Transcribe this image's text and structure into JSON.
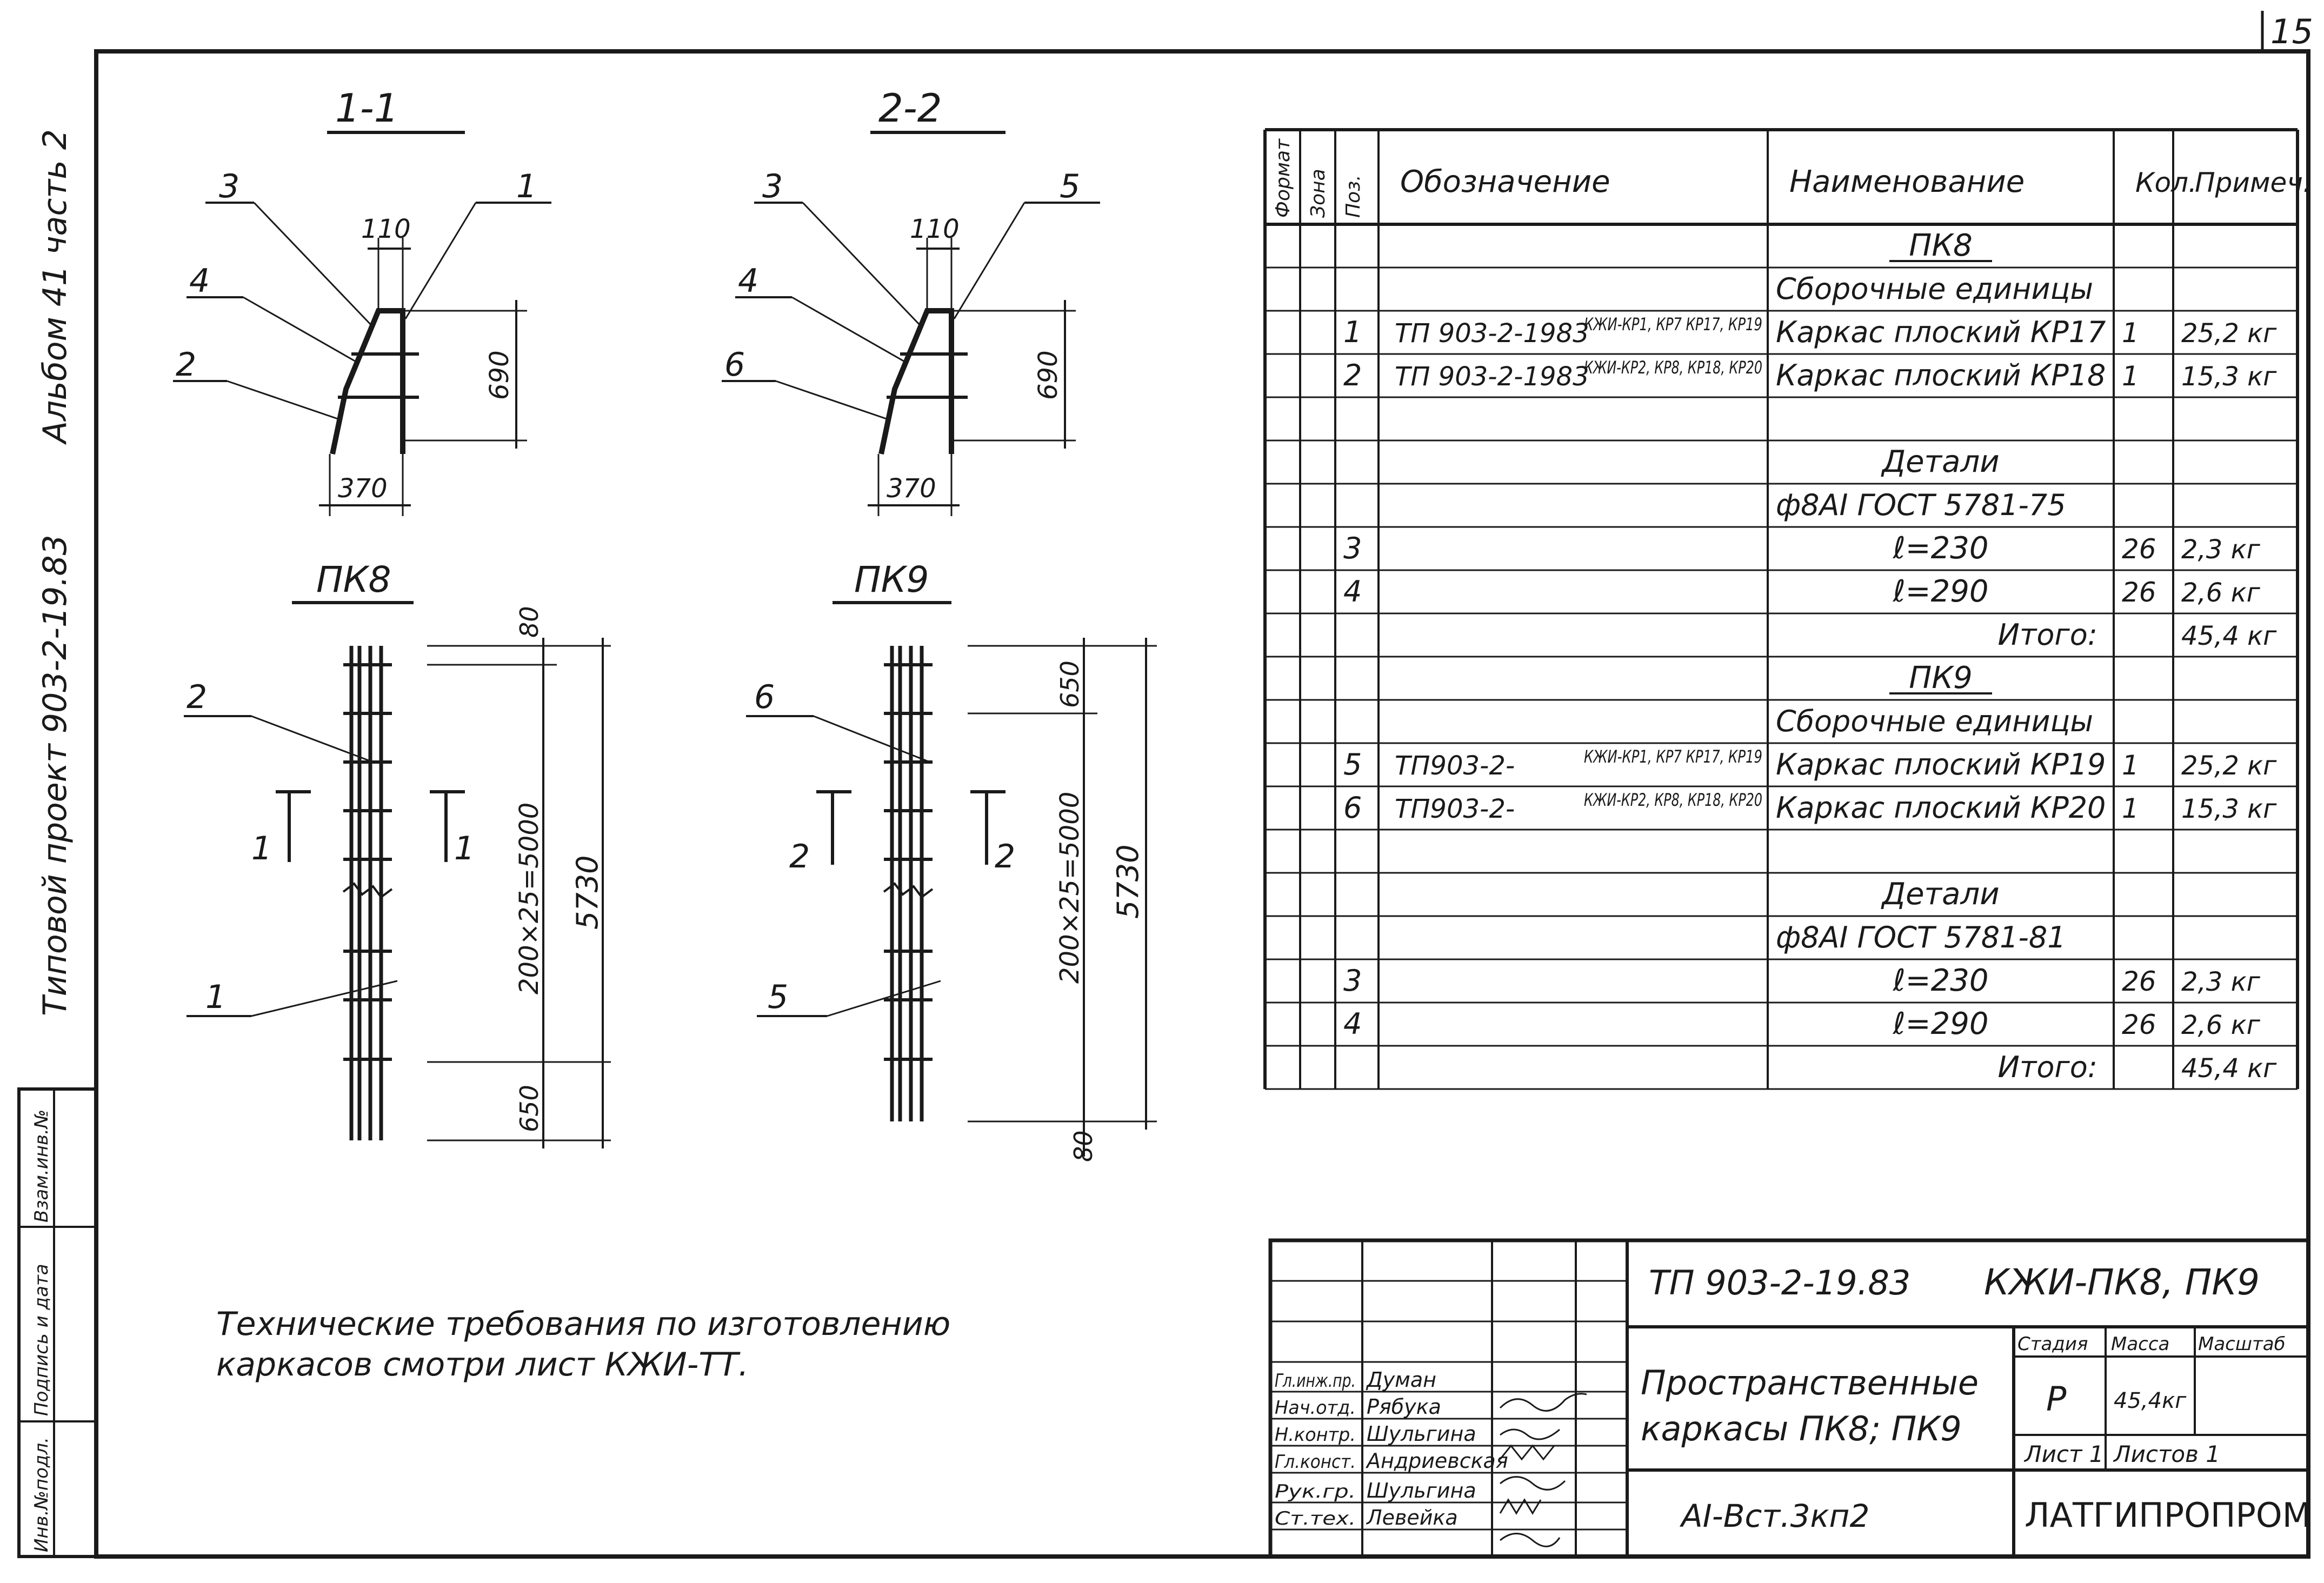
{
  "sheet_number": "15",
  "margin": {
    "album": "Альбом 41 часть 2",
    "project": "Типовой проект 903-2-19.83",
    "stamp_fields": [
      "Инв.№подл.",
      "Подпись и дата",
      "Взам.инв.№"
    ]
  },
  "drawings": {
    "section_1_1": {
      "title": "1-1",
      "callouts": [
        "3",
        "1",
        "4",
        "2"
      ],
      "dims": [
        "110",
        "690",
        "370"
      ]
    },
    "section_2_2": {
      "title": "2-2",
      "callouts": [
        "3",
        "5",
        "4",
        "6"
      ],
      "dims": [
        "110",
        "690",
        "370"
      ]
    },
    "pk8": {
      "title": "ПК8",
      "callouts": [
        "2",
        "1"
      ],
      "cut": [
        "1",
        "1"
      ],
      "dims": [
        "80",
        "200×25=5000",
        "5730",
        "650"
      ]
    },
    "pk9": {
      "title": "ПК9",
      "callouts": [
        "6",
        "5"
      ],
      "cut": [
        "2",
        "2"
      ],
      "dims": [
        "650",
        "200×25=5000",
        "5730",
        "80"
      ]
    }
  },
  "notes": {
    "line1": "Технические требования по изготовлению",
    "line2": "каркасов смотри лист КЖИ-ТТ."
  },
  "spec_table": {
    "headers": [
      "Формат",
      "Зона",
      "Поз.",
      "Обозначение",
      "Наименование",
      "Кол.",
      "Примеч."
    ],
    "rows": [
      {
        "pos": "",
        "oboz": "",
        "oboz_sub": "",
        "name": "ПК8",
        "kol": "",
        "prim": ""
      },
      {
        "pos": "",
        "oboz": "",
        "oboz_sub": "",
        "name": "Сборочные единицы",
        "kol": "",
        "prim": ""
      },
      {
        "pos": "1",
        "oboz": "ТП 903-2-1983",
        "oboz_sub": "КЖИ-КР1, КР7 КР17, КР19",
        "name": "Каркас плоский КР17",
        "kol": "1",
        "prim": "25,2 кг"
      },
      {
        "pos": "2",
        "oboz": "ТП 903-2-1983",
        "oboz_sub": "КЖИ-КР2, КР8, КР18, КР20",
        "name": "Каркас плоский КР18",
        "kol": "1",
        "prim": "15,3 кг"
      },
      {
        "pos": "",
        "oboz": "",
        "oboz_sub": "",
        "name": "",
        "kol": "",
        "prim": ""
      },
      {
        "pos": "",
        "oboz": "",
        "oboz_sub": "",
        "name": "Детали",
        "kol": "",
        "prim": ""
      },
      {
        "pos": "",
        "oboz": "",
        "oboz_sub": "",
        "name": "ф8AI ГОСТ 5781-75",
        "kol": "",
        "prim": ""
      },
      {
        "pos": "3",
        "oboz": "",
        "oboz_sub": "",
        "name": "ℓ=230",
        "kol": "26",
        "prim": "2,3 кг"
      },
      {
        "pos": "4",
        "oboz": "",
        "oboz_sub": "",
        "name": "ℓ=290",
        "kol": "26",
        "prim": "2,6 кг"
      },
      {
        "pos": "",
        "oboz": "",
        "oboz_sub": "",
        "name": "Итого:",
        "kol": "",
        "prim": "45,4 кг"
      },
      {
        "pos": "",
        "oboz": "",
        "oboz_sub": "",
        "name": "ПК9",
        "kol": "",
        "prim": ""
      },
      {
        "pos": "",
        "oboz": "",
        "oboz_sub": "",
        "name": "Сборочные единицы",
        "kol": "",
        "prim": ""
      },
      {
        "pos": "5",
        "oboz": "ТП903-2-",
        "oboz_sub": "КЖИ-КР1, КР7 КР17, КР19",
        "name": "Каркас плоский КР19",
        "kol": "1",
        "prim": "25,2 кг"
      },
      {
        "pos": "6",
        "oboz": "ТП903-2-",
        "oboz_sub": "КЖИ-КР2, КР8, КР18, КР20",
        "name": "Каркас плоский КР20",
        "kol": "1",
        "prim": "15,3 кг"
      },
      {
        "pos": "",
        "oboz": "",
        "oboz_sub": "",
        "name": "",
        "kol": "",
        "prim": ""
      },
      {
        "pos": "",
        "oboz": "",
        "oboz_sub": "",
        "name": "Детали",
        "kol": "",
        "prim": ""
      },
      {
        "pos": "",
        "oboz": "",
        "oboz_sub": "",
        "name": "ф8AI ГОСТ 5781-81",
        "kol": "",
        "prim": ""
      },
      {
        "pos": "3",
        "oboz": "",
        "oboz_sub": "",
        "name": "ℓ=230",
        "kol": "26",
        "prim": "2,3 кг"
      },
      {
        "pos": "4",
        "oboz": "",
        "oboz_sub": "",
        "name": "ℓ=290",
        "kol": "26",
        "prim": "2,6 кг"
      },
      {
        "pos": "",
        "oboz": "",
        "oboz_sub": "",
        "name": "Итого:",
        "kol": "",
        "prim": "45,4 кг"
      }
    ]
  },
  "title_block": {
    "doc_code": "ТП 903-2-19.83",
    "doc_mark": "КЖИ-ПК8, ПК9",
    "name_line1": "Пространственные",
    "name_line2": "каркасы ПК8; ПК9",
    "material": "AI-Вст.3кп2",
    "stage_label": "Стадия",
    "mass_label": "Масса",
    "scale_label": "Масштаб",
    "stage": "Р",
    "mass": "45,4кг",
    "sheet_label": "Лист 1",
    "sheets_label": "Листов 1",
    "org": "ЛАТГИПРОПРОМ",
    "people": [
      {
        "role": "Гл.инж.пр.",
        "name": "Думан"
      },
      {
        "role": "Нач.отд.",
        "name": "Рябука"
      },
      {
        "role": "Н.контр.",
        "name": "Шульгина"
      },
      {
        "role": "Гл.конст.",
        "name": "Андриевская"
      },
      {
        "role": "Рук.гр.",
        "name": "Шульгина"
      },
      {
        "role": "Ст.тех.",
        "name": "Левейка"
      }
    ]
  }
}
